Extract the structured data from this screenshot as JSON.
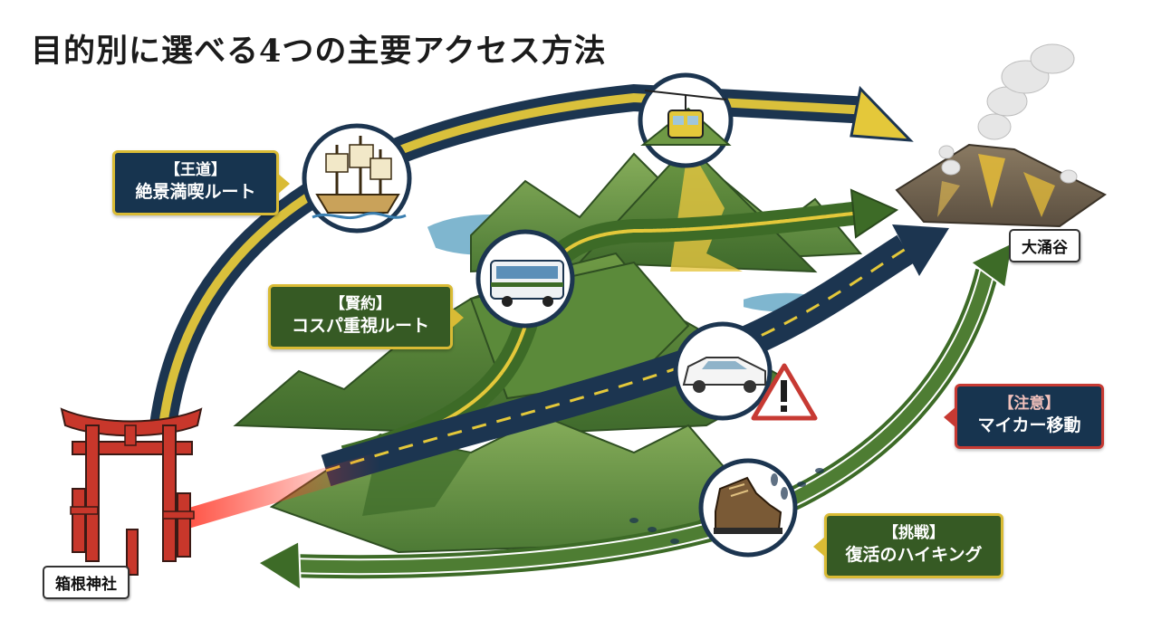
{
  "title": "目的別に選べる4つの主要アクセス方法",
  "origin": {
    "label": "箱根神社"
  },
  "destination": {
    "label": "大涌谷"
  },
  "routes": [
    {
      "tag": "【王道】",
      "description": "絶景満喫ルート",
      "icon": "ship-icon",
      "secondary_icon": "ropeway-icon",
      "color": "#e4c83a"
    },
    {
      "tag": "【賢約】",
      "description": "コスパ重視ルート",
      "icon": "bus-icon",
      "color": "#3d6b27"
    },
    {
      "tag": "【注意】",
      "description": "マイカー移動",
      "icon": "car-icon",
      "warning_icon": "warning-icon",
      "color": "#1c3550"
    },
    {
      "tag": "【挑戦】",
      "description": "復活のハイキング",
      "icon": "hiking-boot-icon",
      "color": "#2f5a22"
    }
  ],
  "colors": {
    "navy": "#17344f",
    "green": "#365a24",
    "gold_border": "#d9bb35",
    "warning_red": "#c73a33",
    "torii_red": "#c8372b"
  }
}
